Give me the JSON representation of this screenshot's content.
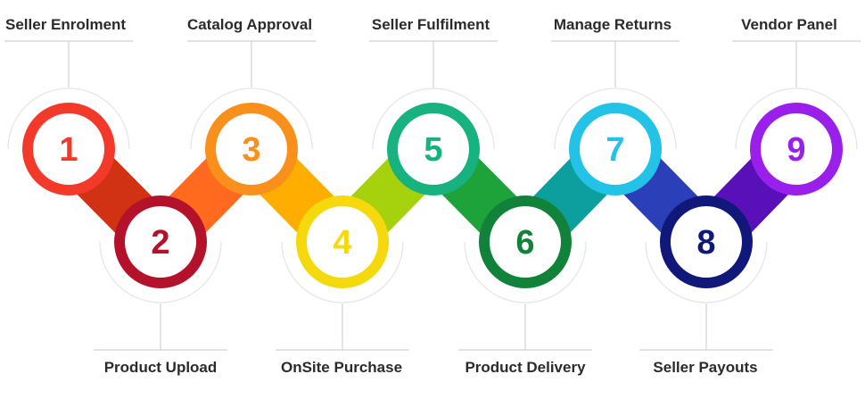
{
  "steps": [
    {
      "number": "1",
      "label": "Seller Enrolment",
      "color": "#f33a2a"
    },
    {
      "number": "2",
      "label": "Product Upload",
      "color": "#b3122a"
    },
    {
      "number": "3",
      "label": "Catalog Approval",
      "color": "#f9901b"
    },
    {
      "number": "4",
      "label": "OnSite Purchase",
      "color": "#f6d90d"
    },
    {
      "number": "5",
      "label": "Seller Fulfilment",
      "color": "#17b27f"
    },
    {
      "number": "6",
      "label": "Product Delivery",
      "color": "#10823a"
    },
    {
      "number": "7",
      "label": "Manage Returns",
      "color": "#22c3e6"
    },
    {
      "number": "8",
      "label": "Seller Payouts",
      "color": "#10197a"
    },
    {
      "number": "9",
      "label": "Vendor Panel",
      "color": "#9a1fea"
    }
  ],
  "connectors": [
    "#d23214",
    "#ff6a1f",
    "#ffae00",
    "#a6d20d",
    "#1da33a",
    "#0d9e9e",
    "#2a3fb8",
    "#5a10b8"
  ]
}
